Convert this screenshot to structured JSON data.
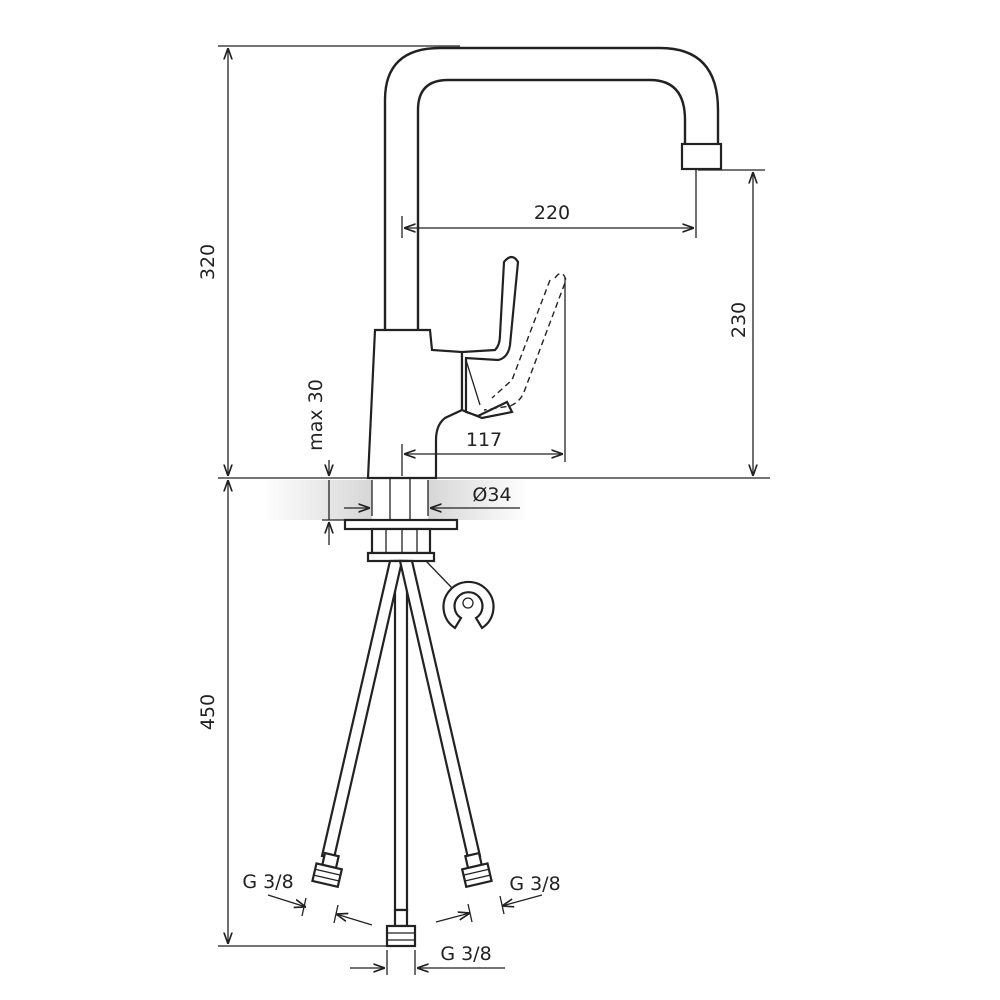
{
  "dimensions": {
    "total_height": "320",
    "spout_reach": "220",
    "spout_height": "230",
    "countertop_max": "max 30",
    "lever_reach": "117",
    "hole_diameter": "Ø34",
    "hose_length": "450",
    "connection_left": "G 3/8",
    "connection_right": "G 3/8",
    "connection_center": "G 3/8"
  },
  "colors": {
    "line": "#222222",
    "countertop": "#d9d9d9",
    "background": "#ffffff"
  }
}
